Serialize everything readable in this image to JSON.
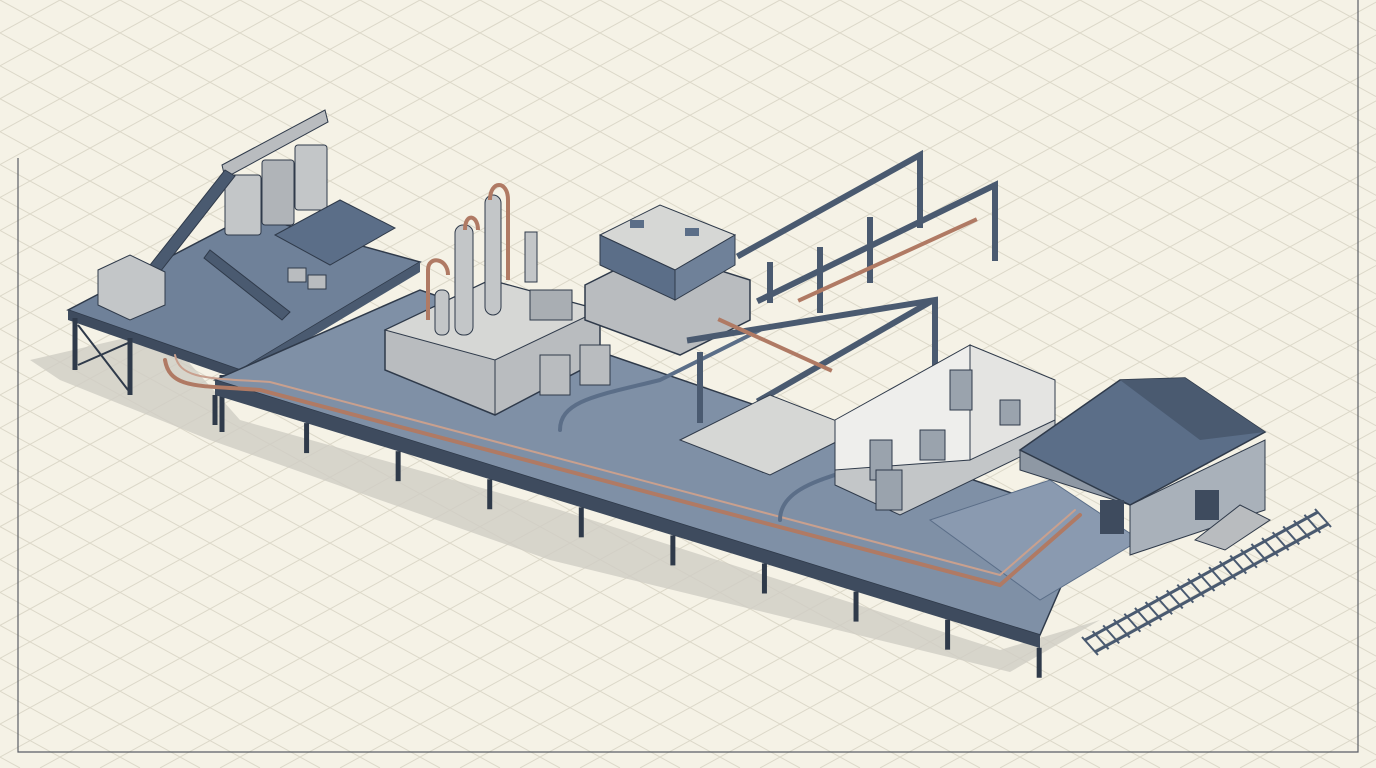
{
  "colors": {
    "paper": "#f5f2e6",
    "grid": "#d9d5c6",
    "frame": "#5a5e66",
    "steel": "#5b6e88",
    "steel_dark": "#2f3a4a",
    "floor": "#7f90a6",
    "concrete": "#b9bcbf",
    "concrete_light": "#d6d7d5",
    "copper": "#b07a64",
    "shadow": "#c9c7bf"
  },
  "scene": {
    "style": "isometric blueprint illustration",
    "sections": [
      "silos-and-conveyor",
      "processing-plant",
      "control-building",
      "pipe-rack-frames",
      "lab-room",
      "warehouse",
      "rail-track"
    ]
  }
}
